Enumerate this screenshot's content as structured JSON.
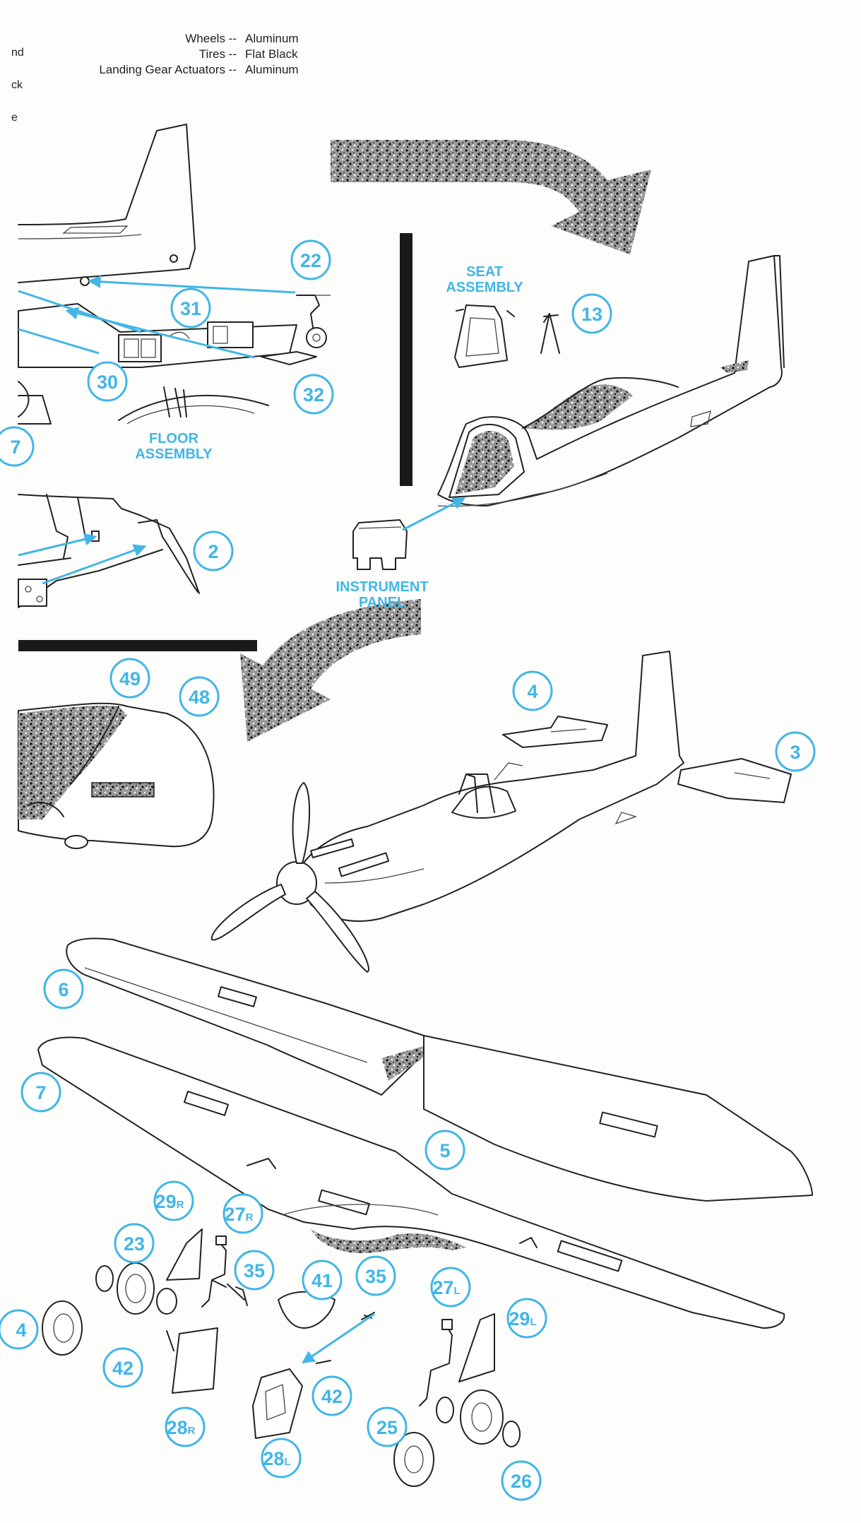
{
  "paint_legend": [
    {
      "part": "Wheels --",
      "color": "Aluminum"
    },
    {
      "part": "Tires --",
      "color": "Flat Black"
    },
    {
      "part": "Landing Gear Actuators --",
      "color": "Aluminum"
    }
  ],
  "cropped_edge_text": [
    "nd",
    "ck",
    "e"
  ],
  "labels": {
    "seat_assembly": "SEAT\nASSEMBLY",
    "floor_assembly": "FLOOR\nASSEMBLY",
    "instrument_panel": "INSTRUMENT\nPANEL"
  },
  "callouts": [
    {
      "num": "22",
      "sub": ""
    },
    {
      "num": "31",
      "sub": ""
    },
    {
      "num": "30",
      "sub": ""
    },
    {
      "num": "32",
      "sub": ""
    },
    {
      "num": "7",
      "sub": ""
    },
    {
      "num": "2",
      "sub": ""
    },
    {
      "num": "13",
      "sub": ""
    },
    {
      "num": "49",
      "sub": ""
    },
    {
      "num": "48",
      "sub": ""
    },
    {
      "num": "4",
      "sub": ""
    },
    {
      "num": "3",
      "sub": ""
    },
    {
      "num": "6",
      "sub": ""
    },
    {
      "num": "7",
      "sub": ""
    },
    {
      "num": "5",
      "sub": ""
    },
    {
      "num": "29",
      "sub": "R"
    },
    {
      "num": "27",
      "sub": "R"
    },
    {
      "num": "23",
      "sub": ""
    },
    {
      "num": "35",
      "sub": ""
    },
    {
      "num": "41",
      "sub": ""
    },
    {
      "num": "35",
      "sub": ""
    },
    {
      "num": "27",
      "sub": "L"
    },
    {
      "num": "29",
      "sub": "L"
    },
    {
      "num": "4",
      "sub": ""
    },
    {
      "num": "42",
      "sub": ""
    },
    {
      "num": "42",
      "sub": ""
    },
    {
      "num": "28",
      "sub": "R"
    },
    {
      "num": "28",
      "sub": "L"
    },
    {
      "num": "25",
      "sub": ""
    },
    {
      "num": "26",
      "sub": ""
    }
  ],
  "colors": {
    "callout": "#41b6e6",
    "ink": "#222222",
    "paper": "#fdfdfb"
  }
}
